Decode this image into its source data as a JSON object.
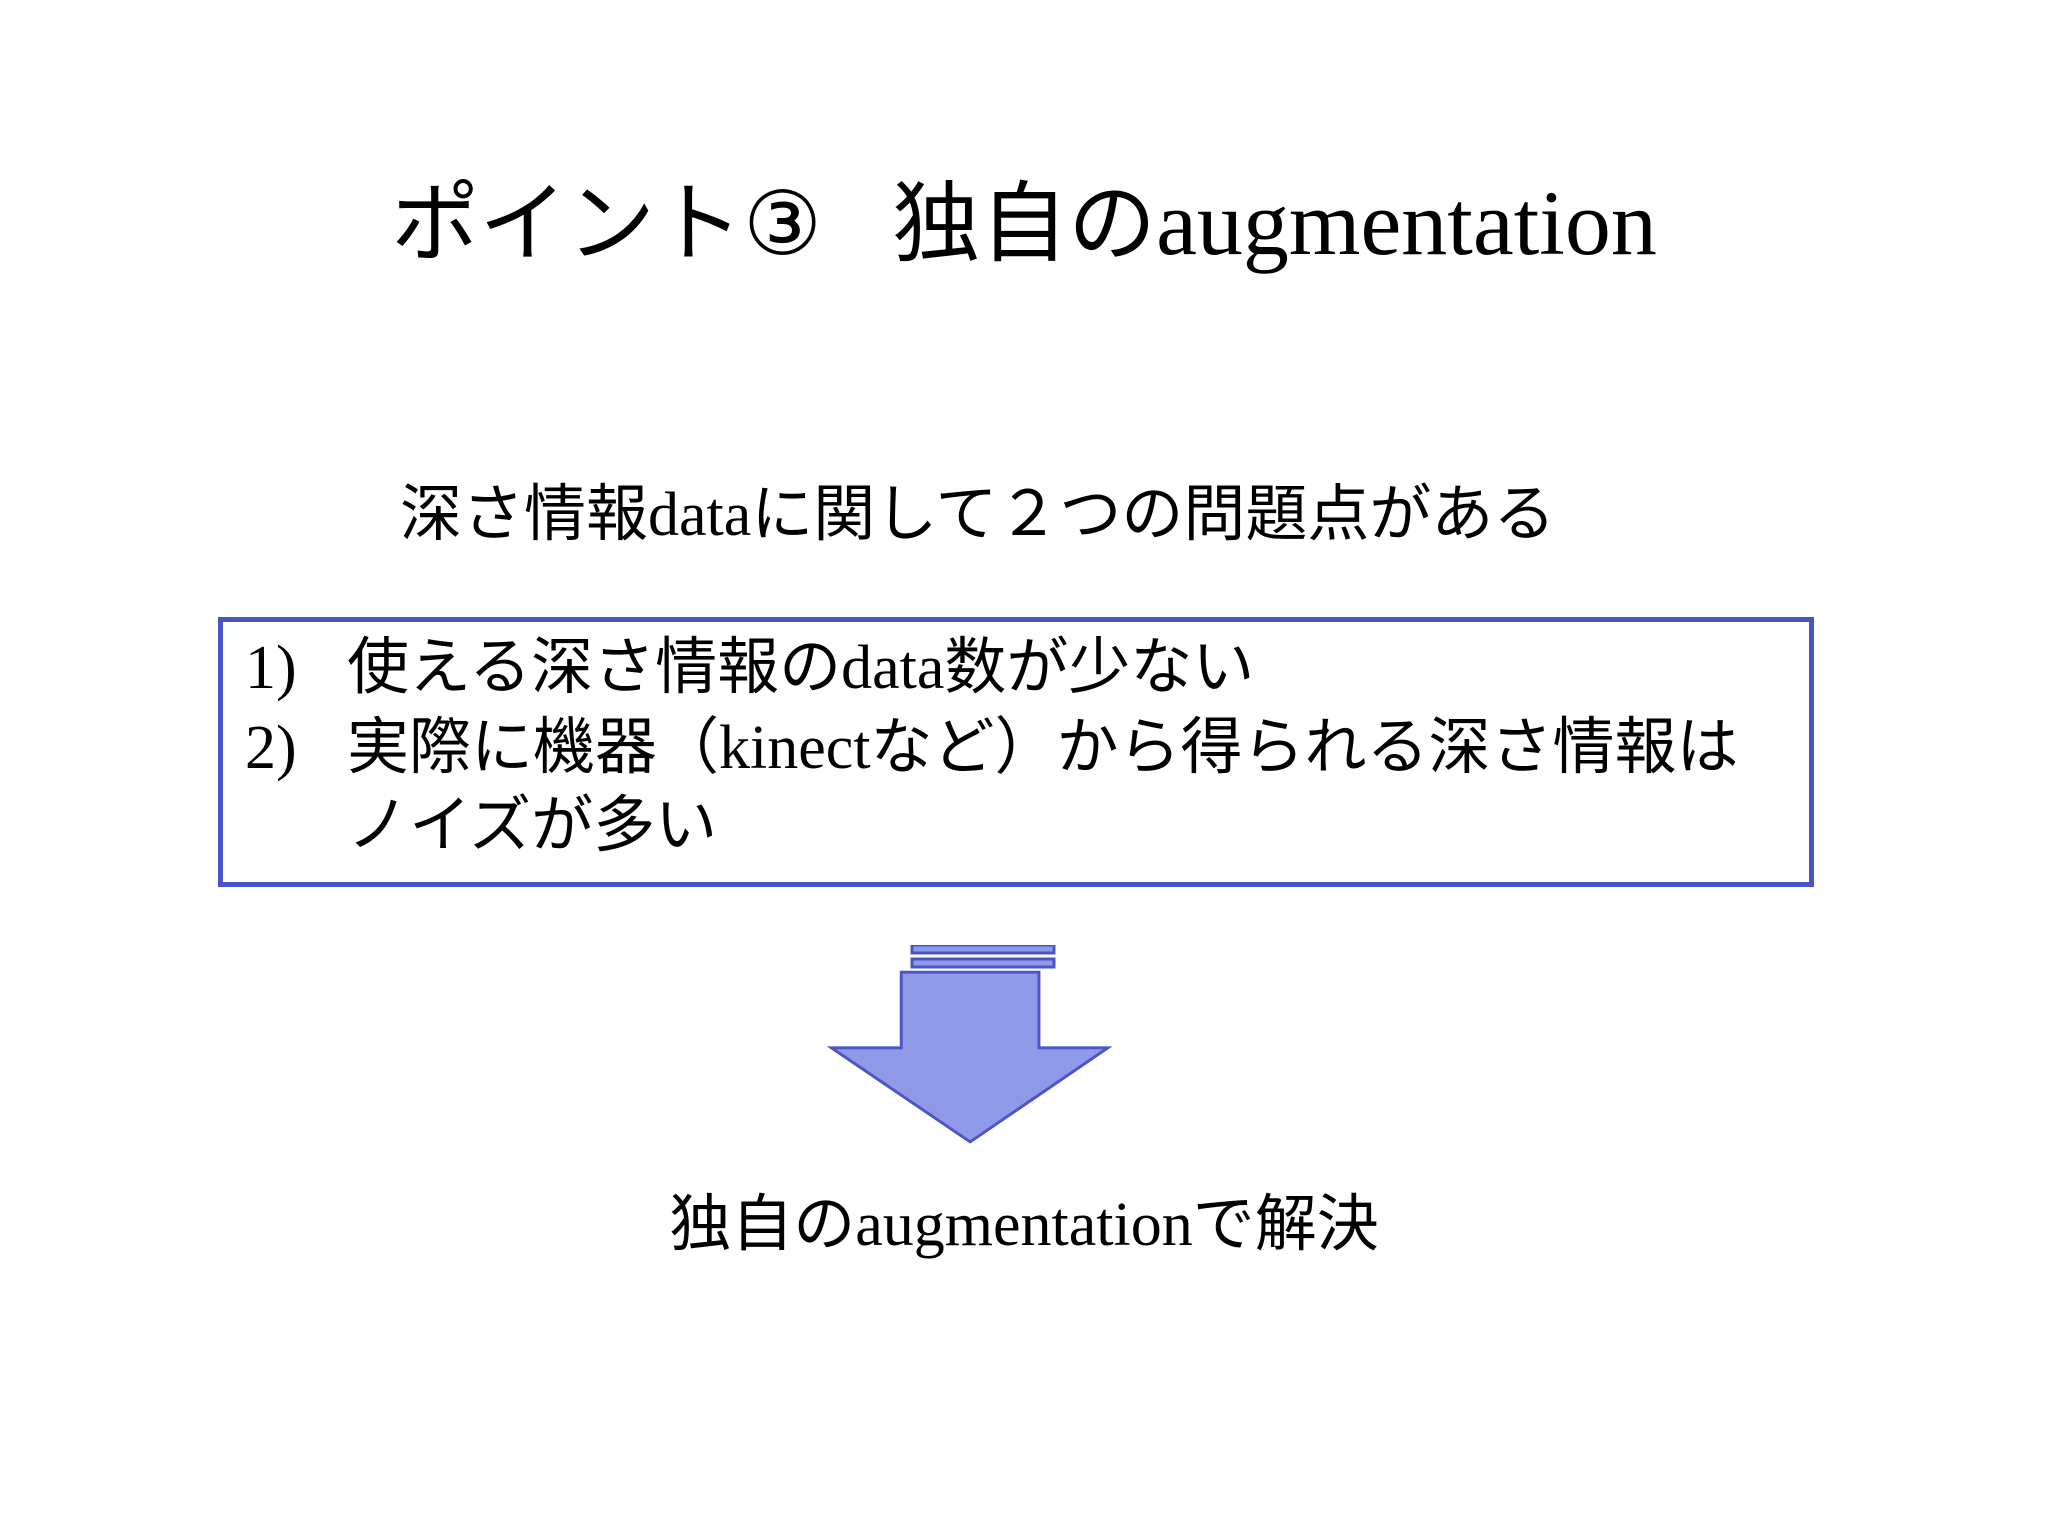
{
  "slide": {
    "title_prefix": "ポイント③",
    "title_main": "独自の",
    "title_latin": "augmentation",
    "subtitle_a": "深さ情報",
    "subtitle_b": "data",
    "subtitle_c": "に関して２つの問題点がある",
    "items": [
      {
        "number": "1)",
        "text_a": "使える深さ情報の",
        "text_b": "data",
        "text_c": "数が少ない"
      },
      {
        "number": "2)",
        "text_a": "実際に機器（",
        "text_b": "kinect",
        "text_c": "など）から得られる深さ情報は",
        "text_cont": "ノイズが多い"
      }
    ],
    "conclusion_a": "独自の",
    "conclusion_b": "augmentation",
    "conclusion_c": "で解決"
  },
  "colors": {
    "box_border": "#4a55c7",
    "arrow_fill": "#9099e8",
    "arrow_stroke": "#4a55c7"
  },
  "icons": {
    "arrow": "down-arrow-icon"
  }
}
